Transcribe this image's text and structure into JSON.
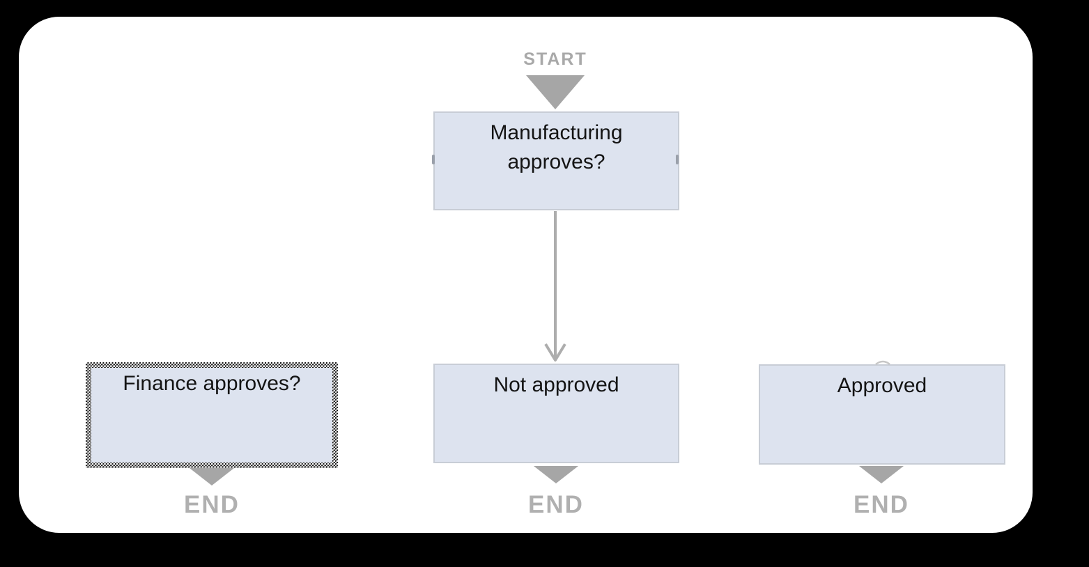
{
  "flow": {
    "start_label": "START",
    "nodes": {
      "manufacturing": {
        "label": "Manufacturing approves?",
        "selected": false
      },
      "finance": {
        "label": "Finance approves?",
        "selected": true
      },
      "not_approved": {
        "label": "Not approved",
        "selected": false
      },
      "approved": {
        "label": "Approved",
        "selected": false
      }
    },
    "end_labels": {
      "finance": "END",
      "not_approved": "END",
      "approved": "END"
    }
  },
  "colors": {
    "page_background": "#000000",
    "slide_background": "#ffffff",
    "node_fill": "#dde3ef",
    "node_border": "#c8cdd6",
    "node_text": "#141414",
    "marker_triangle_gray": "#a6a6a6",
    "start_label_gray": "#a9a9a9",
    "end_label_gray": "#b0b0b0",
    "connector_gray": "#adadad",
    "selection_checker_dark": "#141414",
    "selection_checker_light": "#ffffff"
  }
}
